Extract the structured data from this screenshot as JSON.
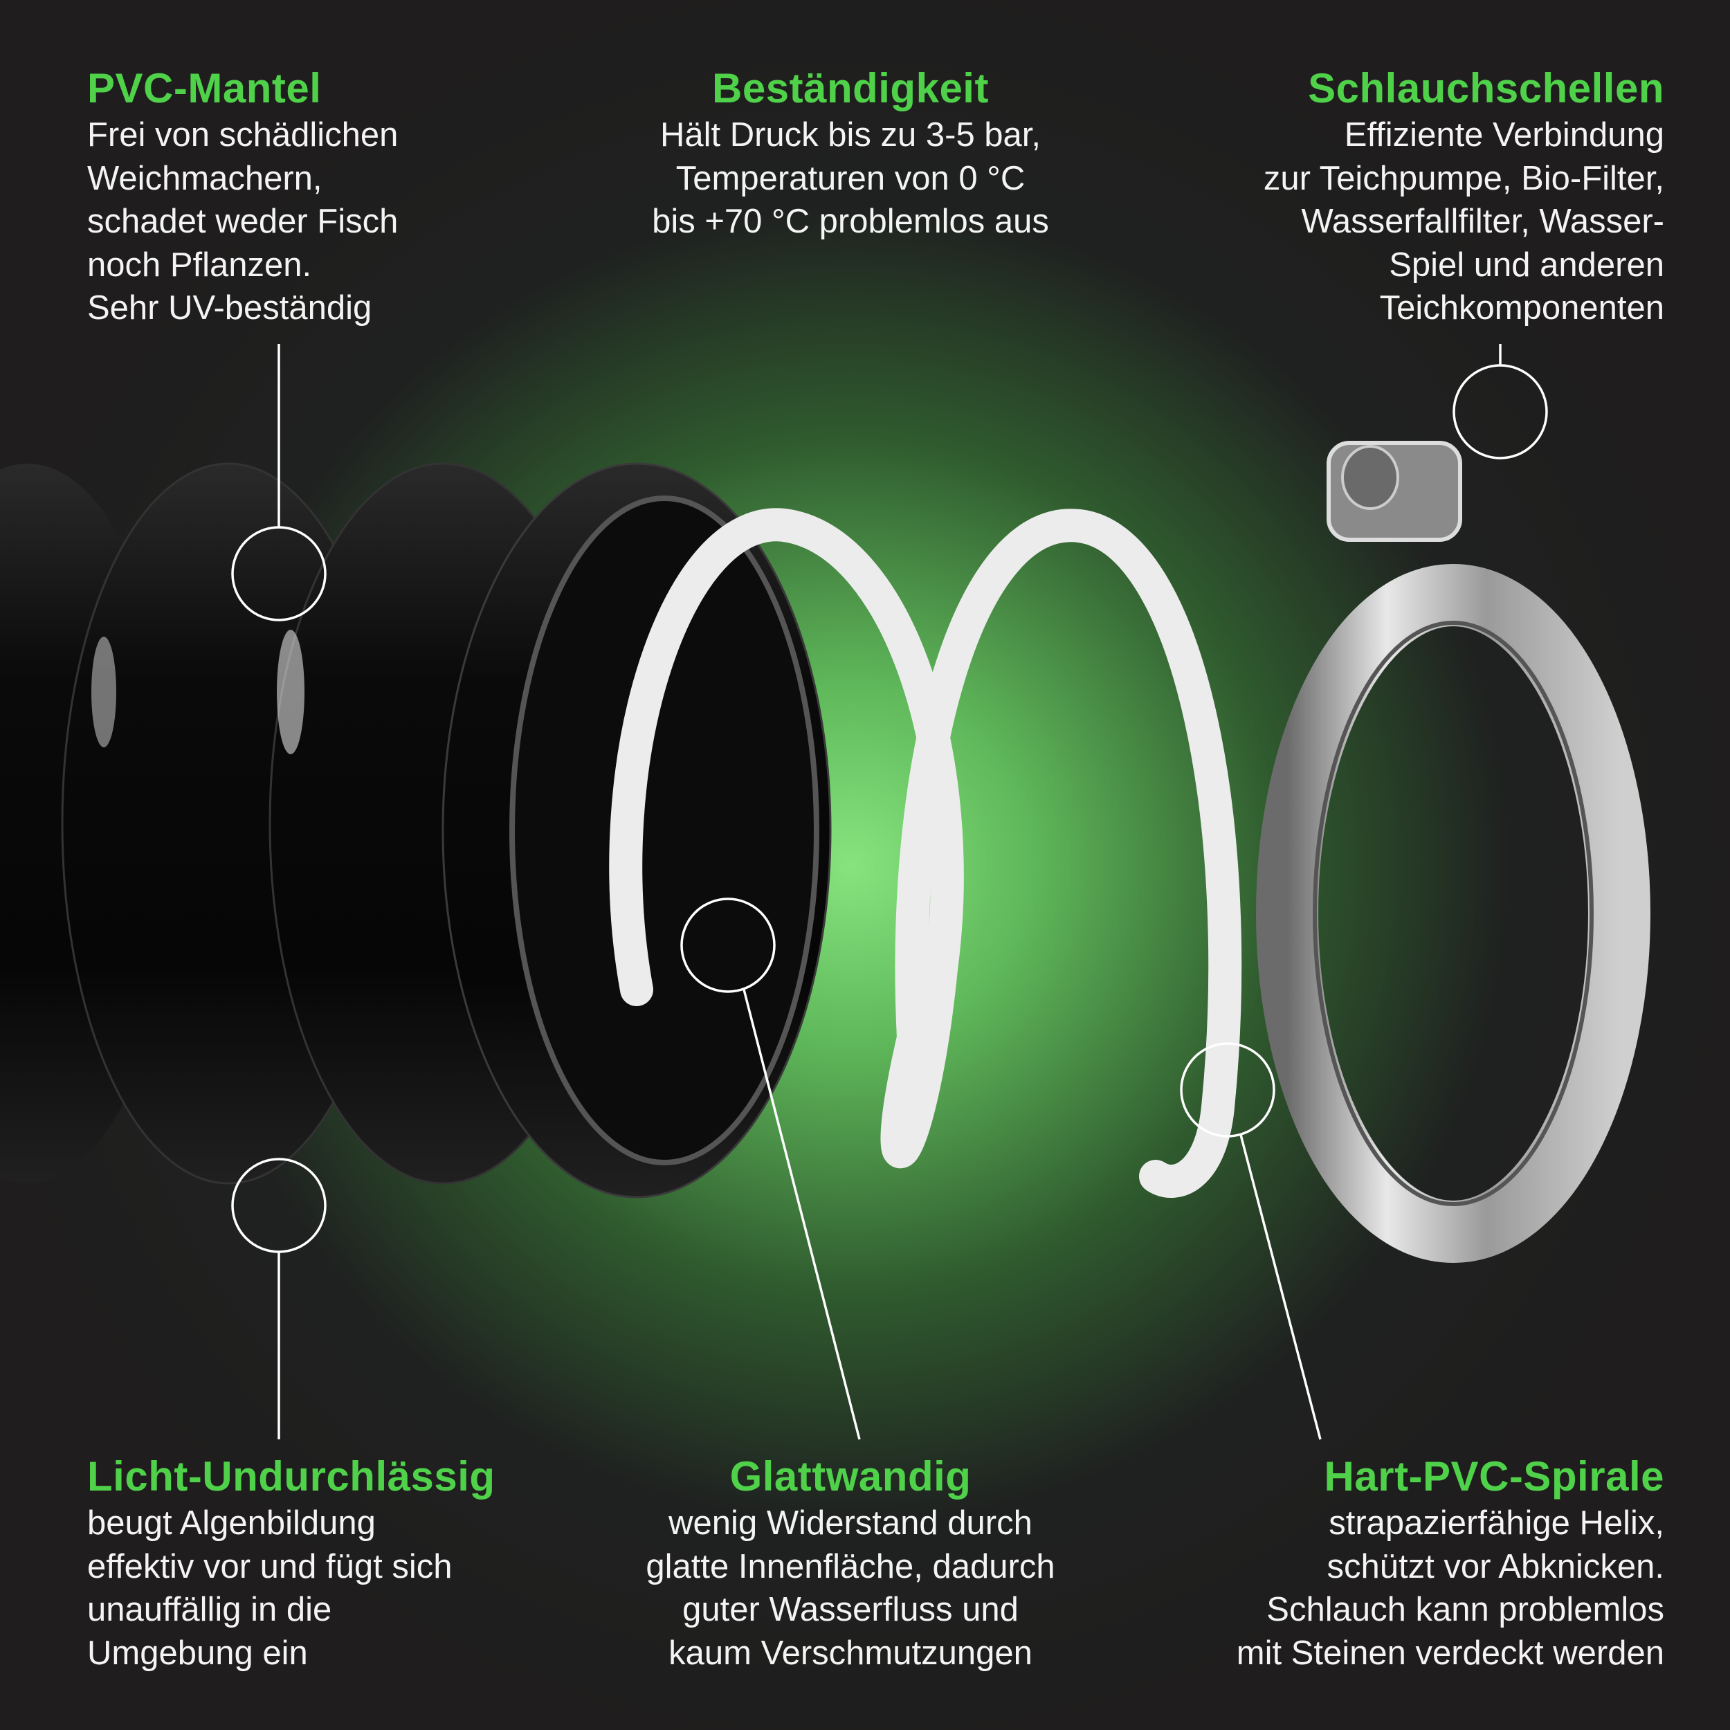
{
  "features": {
    "pvc_mantel": {
      "title": "PVC-Mantel",
      "lines": [
        "Frei von schädlichen",
        "Weichmachern,",
        "schadet weder Fisch",
        "noch Pflanzen.",
        "Sehr UV-beständig"
      ]
    },
    "bestaendigkeit": {
      "title": "Beständigkeit",
      "lines": [
        "Hält Druck bis zu 3-5 bar,",
        "Temperaturen von 0 °C",
        "bis +70 °C problemlos aus"
      ]
    },
    "schlauchschellen": {
      "title": "Schlauchschellen",
      "lines": [
        "Effiziente Verbindung",
        "zur Teichpumpe, Bio-Filter,",
        "Wasserfallfilter, Wasser-",
        "Spiel und anderen",
        "Teichkomponenten"
      ]
    },
    "licht": {
      "title": "Licht-Undurchlässig",
      "lines": [
        "beugt Algenbildung",
        "effektiv vor und fügt sich",
        "unauffällig in die",
        "Umgebung ein"
      ]
    },
    "glattwandig": {
      "title": "Glattwandig",
      "lines": [
        "wenig Widerstand durch",
        "glatte Innenfläche, dadurch",
        "guter Wasserfluss und",
        "kaum Verschmutzungen"
      ]
    },
    "spirale": {
      "title": "Hart-PVC-Spirale",
      "lines": [
        "strapazierfähige Helix,",
        "schützt vor Abknicken.",
        "Schlauch kann problemlos",
        "mit Steinen verdeckt werden"
      ]
    }
  },
  "colors": {
    "accent": "#4fd14a",
    "background": "#1f1d1d",
    "text": "#f4f4f4"
  }
}
